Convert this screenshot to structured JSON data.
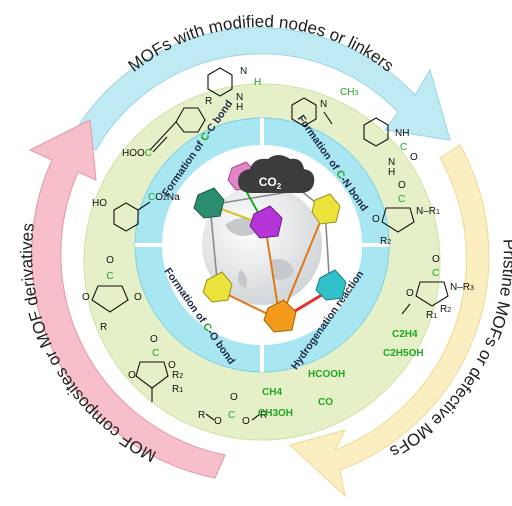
{
  "outer_arcs": {
    "top": "MOFs with modified nodes or linkers",
    "right": "Pristine MOFs or defective MOFs",
    "left": "MOF composites or MOF derivatives"
  },
  "quadrants": {
    "top_left": {
      "pre": "Formation of ",
      "atom": "C",
      "post": "-C bond"
    },
    "top_right": {
      "pre": "Formation of ",
      "atom": "C",
      "post": "-N bond"
    },
    "bottom_left": {
      "pre": "Formation of ",
      "atom": "C",
      "post": "-O bond"
    },
    "bottom_right": {
      "pre": "Hydrogenation reaction",
      "atom": "",
      "post": ""
    }
  },
  "center": {
    "co2": "CO",
    "co2_sub": "2"
  },
  "products": {
    "c2h4": "C2H4",
    "c2h5oh": "C2H5OH",
    "hcooh": "HCOOH",
    "ch4": "CH4",
    "ch3oh": "CH3OH",
    "co": "CO"
  },
  "colors": {
    "top_arc": "#bfe9f3",
    "right_arc": "#fbeec0",
    "left_arc": "#f6bfc9",
    "green_ring": "#e5f0c8",
    "cyan_ring": "#a8e6f2",
    "highlight": "#1fa81f"
  }
}
